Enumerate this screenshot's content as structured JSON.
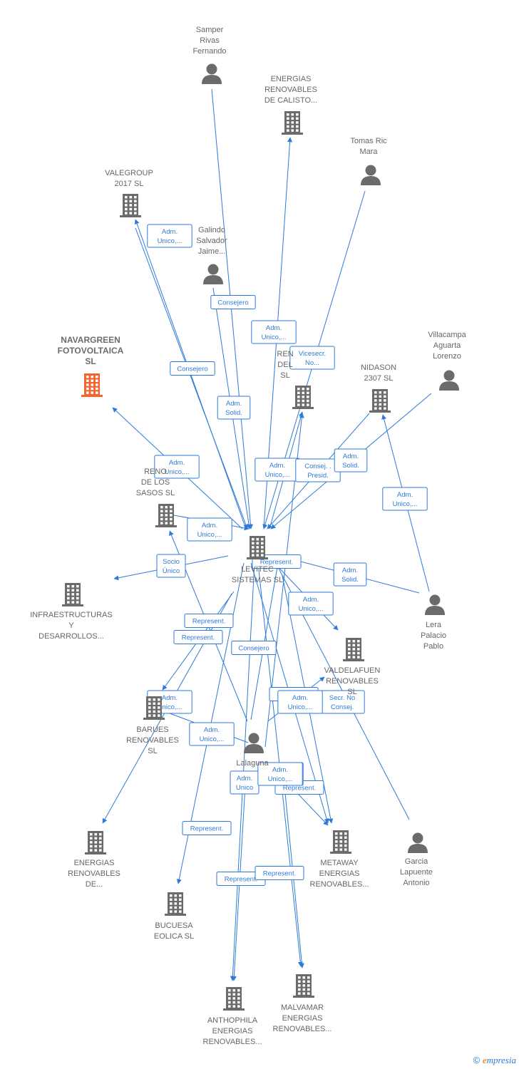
{
  "colors": {
    "edge": "#2f7ad8",
    "node": "#6b6b6b",
    "highlight": "#f26430",
    "text": "#666666"
  },
  "nodes": [
    {
      "id": "samper",
      "kind": "person",
      "label": [
        "Samper",
        "Rivas",
        "Fernando"
      ]
    },
    {
      "id": "calisto",
      "kind": "company",
      "label": [
        "ENERGIAS",
        "RENOVABLES",
        "DE CALISTO..."
      ]
    },
    {
      "id": "tomas",
      "kind": "person",
      "label": [
        "Tomas Ric",
        "Mara"
      ]
    },
    {
      "id": "valegroup",
      "kind": "company",
      "label": [
        "VALEGROUP",
        "2017  SL"
      ]
    },
    {
      "id": "galindo",
      "kind": "person",
      "label": [
        "Galindo",
        "Salvador",
        "Jaime..."
      ]
    },
    {
      "id": "navargreen",
      "kind": "company",
      "highlight": true,
      "label": [
        "NAVARGREEN",
        "FOTOVOLTAICA",
        "SL"
      ]
    },
    {
      "id": "renov_del",
      "kind": "company",
      "label": [
        "REN",
        "DEL",
        "SL"
      ]
    },
    {
      "id": "nidason",
      "kind": "company",
      "label": [
        "NIDASON",
        "2307  SL"
      ]
    },
    {
      "id": "villacampa",
      "kind": "person",
      "label": [
        "Villacampa",
        "Aguarta",
        "Lorenzo"
      ]
    },
    {
      "id": "sasos",
      "kind": "company",
      "label": [
        "RENO",
        "DE LOS",
        "SASOS  SL"
      ]
    },
    {
      "id": "levitec",
      "kind": "company",
      "label": [
        "LEVITEC",
        "SISTEMAS  SL"
      ]
    },
    {
      "id": "infra",
      "kind": "company",
      "label": [
        "INFRAESTRUCTURAS",
        "Y",
        "DESARROLLOS..."
      ]
    },
    {
      "id": "lera",
      "kind": "person",
      "label": [
        "Lera",
        "Palacio",
        "Pablo"
      ]
    },
    {
      "id": "valdelafuen",
      "kind": "company",
      "label": [
        "VALDELAFUEN",
        "RENOVABLES",
        "SL"
      ]
    },
    {
      "id": "barues",
      "kind": "company",
      "label": [
        "BARUES",
        "RENOVABLES",
        "SL"
      ]
    },
    {
      "id": "lalaguna",
      "kind": "person",
      "label": [
        "Lalaguna"
      ]
    },
    {
      "id": "erde",
      "kind": "company",
      "label": [
        "ENERGIAS",
        "RENOVABLES",
        "DE..."
      ]
    },
    {
      "id": "metaway",
      "kind": "company",
      "label": [
        "METAWAY",
        "ENERGIAS",
        "RENOVABLES..."
      ]
    },
    {
      "id": "garcia",
      "kind": "person",
      "label": [
        "Garcia",
        "Lapuente",
        "Antonio"
      ]
    },
    {
      "id": "bucuesa",
      "kind": "company",
      "label": [
        "BUCUESA",
        "EOLICA  SL"
      ]
    },
    {
      "id": "anthophila",
      "kind": "company",
      "label": [
        "ANTHOPHILA",
        "ENERGIAS",
        "RENOVABLES..."
      ]
    },
    {
      "id": "malvamar",
      "kind": "company",
      "label": [
        "MALVAMAR",
        "ENERGIAS",
        "RENOVABLES..."
      ]
    }
  ],
  "edges": [
    {
      "from": "samper",
      "to": "levitec",
      "label": [
        "Adm.",
        "Solid."
      ]
    },
    {
      "from": "levitec",
      "to": "calisto",
      "label": [
        "Adm.",
        "Unico,..."
      ]
    },
    {
      "from": "tomas",
      "to": "levitec",
      "label": [
        "Vicesecr.",
        "No..."
      ]
    },
    {
      "from": "levitec",
      "to": "valegroup",
      "label": [
        "Adm.",
        "Unico,..."
      ]
    },
    {
      "from": "galindo",
      "to": "levitec",
      "label": [
        "Consejero"
      ]
    },
    {
      "from": "valegroup",
      "to": "levitec",
      "label": [
        "Consejero"
      ]
    },
    {
      "from": "levitec",
      "to": "navargreen",
      "label": [
        "Adm.",
        "Unico,..."
      ]
    },
    {
      "from": "levitec",
      "to": "renov_del",
      "label": [
        "Adm.",
        "Unico,..."
      ]
    },
    {
      "from": "nidason",
      "to": "levitec",
      "label": [
        "Consej. .",
        "Presid."
      ]
    },
    {
      "from": "villacampa",
      "to": "levitec",
      "label": [
        "Adm.",
        "Solid."
      ]
    },
    {
      "from": "lera",
      "to": "nidason",
      "label": [
        "Adm.",
        "Unico,..."
      ]
    },
    {
      "from": "sasos",
      "to": "levitec",
      "label": [
        "Adm.",
        "Unico,..."
      ]
    },
    {
      "from": "levitec",
      "to": "infra",
      "label": [
        "Socio",
        "Único"
      ]
    },
    {
      "from": "lera",
      "to": "levitec",
      "label": [
        "Adm.",
        "Solid."
      ]
    },
    {
      "from": "lalaguna",
      "to": "levitec",
      "label": [
        "Represent."
      ]
    },
    {
      "from": "levitec",
      "to": "valdelafuen",
      "label": [
        "Adm.",
        "Unico,..."
      ]
    },
    {
      "from": "garcia",
      "to": "levitec",
      "label": [
        "Secr.  No",
        "Consej."
      ]
    },
    {
      "from": "levitec",
      "to": "barues",
      "label": [
        "Represent."
      ]
    },
    {
      "from": "lalaguna",
      "to": "sasos",
      "label": [
        "Represent."
      ]
    },
    {
      "from": "levitec",
      "to": "erde",
      "label": [
        "Adm.",
        "Unico,..."
      ]
    },
    {
      "from": "levitec",
      "to": "metaway",
      "label": [
        "Consejero"
      ]
    },
    {
      "from": "lalaguna",
      "to": "valdelafuen",
      "label": [
        "Represent."
      ]
    },
    {
      "from": "lalaguna",
      "to": "metaway",
      "label": [
        "Represent."
      ]
    },
    {
      "from": "lalaguna",
      "to": "barues",
      "label": [
        "Adm.",
        "Unico,..."
      ]
    },
    {
      "from": "levitec",
      "to": "bucuesa",
      "label": [
        "Represent."
      ]
    },
    {
      "from": "lalaguna",
      "to": "renov_del",
      "label": [
        "Adm.",
        "Unico,..."
      ]
    },
    {
      "from": "lalaguna",
      "to": "anthophila",
      "label": [
        "Adm.",
        "Unico"
      ]
    },
    {
      "from": "levitec",
      "to": "anthophila",
      "label": [
        "Represent."
      ]
    },
    {
      "from": "levitec",
      "to": "malvamar",
      "label": [
        "Represent."
      ]
    },
    {
      "from": "lalaguna",
      "to": "malvamar",
      "label": [
        "Adm.",
        "Unico,..."
      ]
    },
    {
      "from": "levitec",
      "to": "valdelafuen",
      "label": [
        "Adm.",
        "Unico,..."
      ]
    }
  ],
  "footer": {
    "copyright": "©",
    "brand_initial": "e",
    "brand_rest": "mpresia"
  }
}
